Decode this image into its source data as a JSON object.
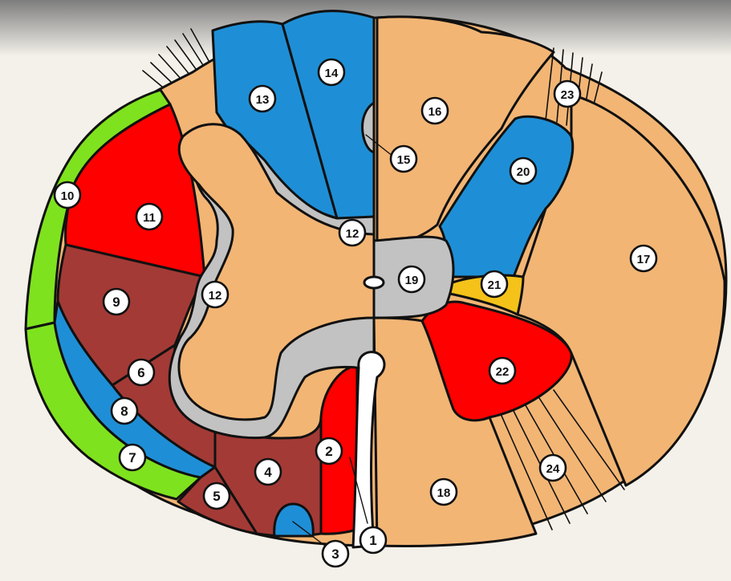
{
  "colors": {
    "background": "#f4f1ea",
    "outline": "#111111",
    "tan": "#f2b574",
    "gray": "#c2c2c2",
    "blue": "#1e8fd6",
    "red": "#ff0000",
    "brown": "#a33a36",
    "green": "#7fe21e",
    "yellow": "#f5c21a",
    "white": "#ffffff"
  },
  "labels": [
    {
      "id": "1",
      "text": "1"
    },
    {
      "id": "2",
      "text": "2"
    },
    {
      "id": "3",
      "text": "3"
    },
    {
      "id": "4",
      "text": "4"
    },
    {
      "id": "5",
      "text": "5"
    },
    {
      "id": "6",
      "text": "6"
    },
    {
      "id": "7",
      "text": "7"
    },
    {
      "id": "8",
      "text": "8"
    },
    {
      "id": "9",
      "text": "9"
    },
    {
      "id": "10",
      "text": "10"
    },
    {
      "id": "11",
      "text": "11"
    },
    {
      "id": "12a",
      "text": "12"
    },
    {
      "id": "12b",
      "text": "12"
    },
    {
      "id": "13",
      "text": "13"
    },
    {
      "id": "14",
      "text": "14"
    },
    {
      "id": "15",
      "text": "15"
    },
    {
      "id": "16",
      "text": "16"
    },
    {
      "id": "17",
      "text": "17"
    },
    {
      "id": "18",
      "text": "18"
    },
    {
      "id": "19",
      "text": "19"
    },
    {
      "id": "20",
      "text": "20"
    },
    {
      "id": "21",
      "text": "21"
    },
    {
      "id": "22",
      "text": "22"
    },
    {
      "id": "23",
      "text": "23"
    },
    {
      "id": "24",
      "text": "24"
    }
  ]
}
